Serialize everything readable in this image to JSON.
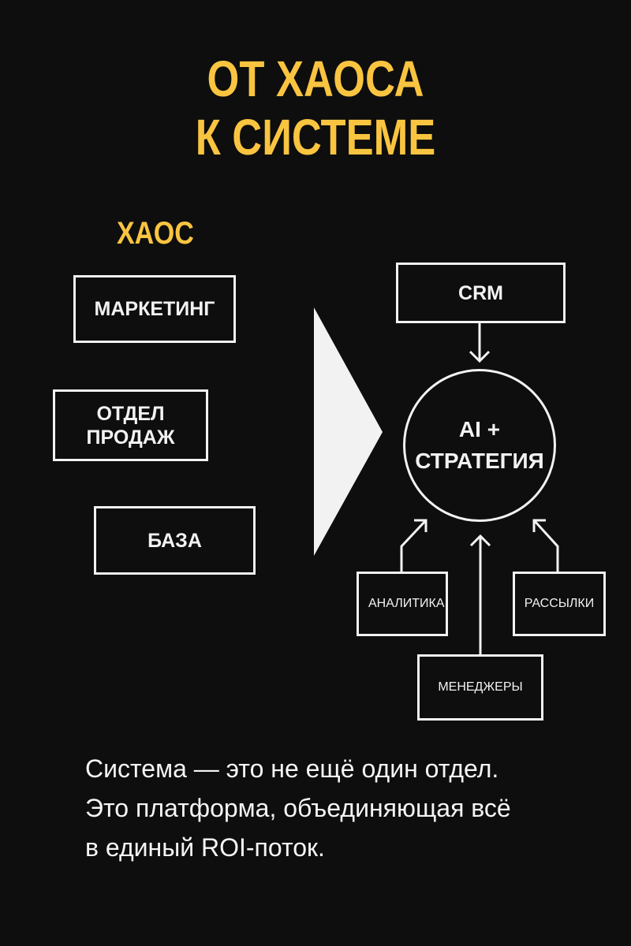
{
  "title": {
    "line1": "ОТ ХАОСА",
    "line2": "К СИСТЕМЕ"
  },
  "chaos": {
    "label": "ХАОС",
    "items": [
      "МАРКЕТИНГ",
      "ОТДЕЛ ПРОДАЖ",
      "БАЗА"
    ]
  },
  "system": {
    "crm": "CRM",
    "core_line1": "AI +",
    "core_line2": "СТРАТЕГИЯ",
    "inputs": [
      "АНАЛИТИКА",
      "РАССЫЛКИ",
      "МЕНЕДЖЕРЫ"
    ]
  },
  "caption": {
    "line1": "Система — это не ещё один отдел.",
    "line2": "Это платформа, объединяющая всё",
    "line3": "в единый ROI-поток."
  },
  "colors": {
    "background": "#0e0e0e",
    "accent": "#f9c440",
    "line": "#f2f2f2"
  }
}
